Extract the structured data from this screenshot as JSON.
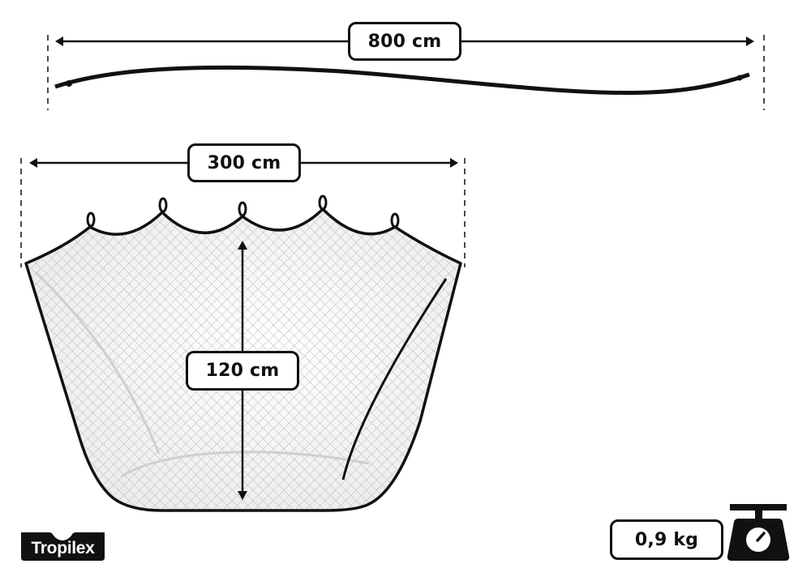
{
  "diagram": {
    "title": "Hammock net dimensions",
    "rope_length": {
      "value": 800,
      "unit": "cm",
      "label": "800 cm"
    },
    "net_width": {
      "value": 300,
      "unit": "cm",
      "label": "300 cm"
    },
    "net_depth": {
      "value": 120,
      "unit": "cm",
      "label": "120 cm"
    },
    "weight": {
      "value": 0.9,
      "unit": "kg",
      "label": "0,9 kg",
      "icon": "scale-icon"
    },
    "attachment_loops": 5
  },
  "brand": {
    "name": "Tropilex"
  },
  "colors": {
    "ink": "#111111",
    "mesh": "#b8b8b8",
    "fold_line": "#c8c8c8",
    "background": "#ffffff"
  }
}
